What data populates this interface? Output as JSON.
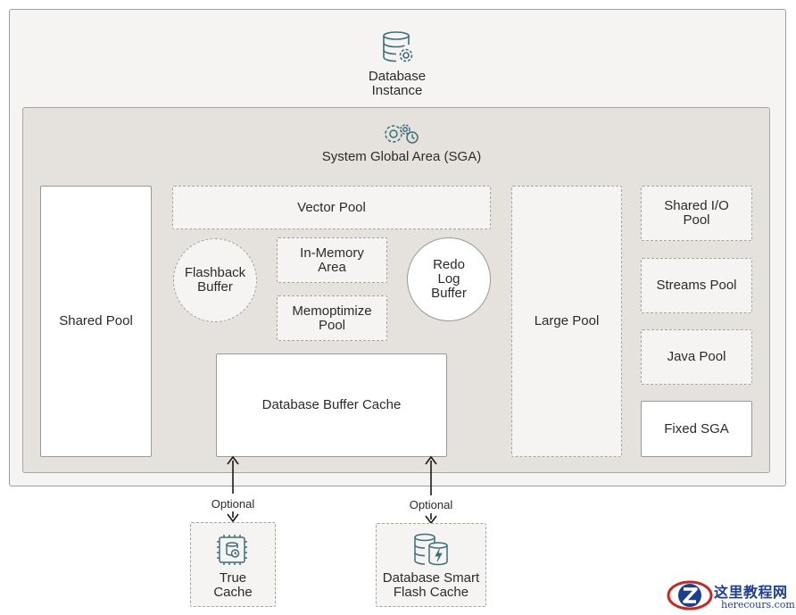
{
  "instance": {
    "line1": "Database",
    "line2": "Instance",
    "icon": "database-gear-icon"
  },
  "sga": {
    "label": "System Global Area (SGA)",
    "icon": "gears-clock-icon"
  },
  "components": {
    "shared_pool": "Shared Pool",
    "vector_pool": "Vector Pool",
    "flashback_buffer": {
      "line1": "Flashback",
      "line2": "Buffer"
    },
    "in_memory_area": {
      "line1": "In-Memory",
      "line2": "Area"
    },
    "memoptimize_pool": {
      "line1": "Memoptimize",
      "line2": "Pool"
    },
    "redo_log_buffer": {
      "line1": "Redo",
      "line2": "Log",
      "line3": "Buffer"
    },
    "database_buffer_cache": "Database Buffer Cache",
    "large_pool": "Large Pool",
    "shared_io_pool": {
      "line1": "Shared I/O",
      "line2": "Pool"
    },
    "streams_pool": "Streams Pool",
    "java_pool": "Java Pool",
    "fixed_sga": "Fixed SGA"
  },
  "external": {
    "true_cache": {
      "line1": "True",
      "line2": "Cache",
      "icon": "true-cache-chip-icon",
      "connector_label": "Optional"
    },
    "flash_cache": {
      "line1": "Database Smart",
      "line2": "Flash Cache",
      "icon": "database-flash-icon",
      "connector_label": "Optional"
    }
  },
  "watermark": {
    "cn": "这里教程网",
    "en": "herecours.com",
    "icon": "z-logo-icon"
  },
  "colors": {
    "instance_bg": "#f5f4f2",
    "sga_bg": "#e5e2dd",
    "border": "#9c9a97",
    "icon": "#3c6e7b"
  }
}
